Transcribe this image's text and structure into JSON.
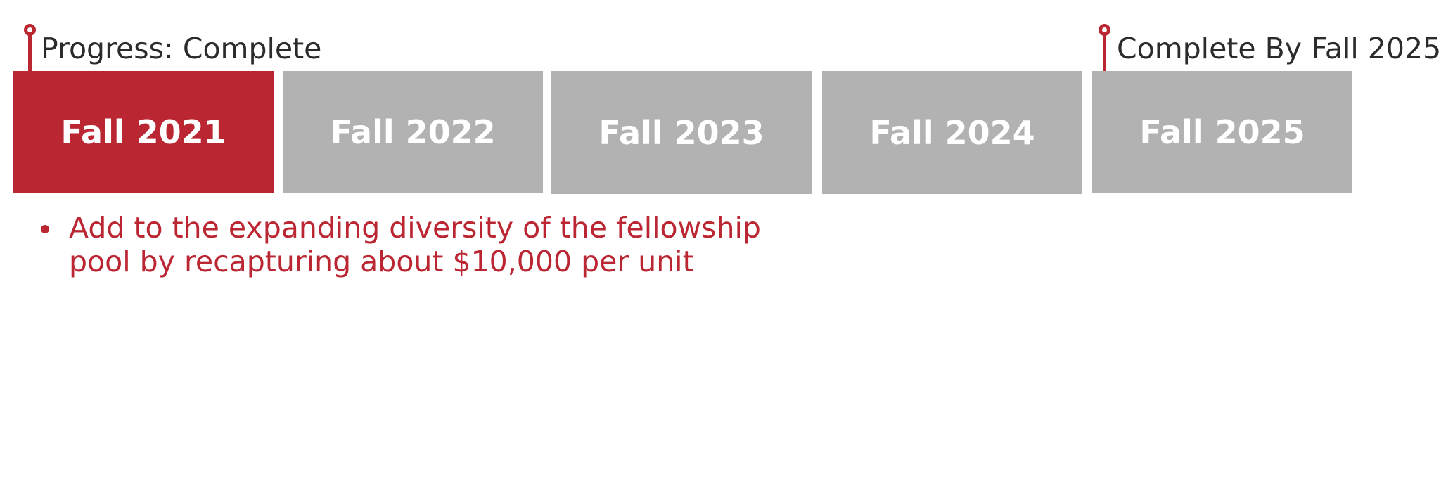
{
  "colors": {
    "accent": "#bb2633",
    "inactive": "#b2b2b2",
    "block_text": "#ffffff",
    "label_text": "#2b2b2b"
  },
  "milestones": {
    "start_label": "Progress: Complete",
    "end_label": "Complete By Fall 2025",
    "icon": "map-pin-icon"
  },
  "timeline": {
    "blocks": [
      {
        "label": "Fall 2021",
        "status": "complete"
      },
      {
        "label": "Fall 2022",
        "status": "pending"
      },
      {
        "label": "Fall 2023",
        "status": "pending"
      },
      {
        "label": "Fall 2024",
        "status": "pending"
      },
      {
        "label": "Fall 2025",
        "status": "pending"
      }
    ]
  },
  "notes": {
    "items": [
      {
        "text": "Add to the expanding diversity of the fellowship pool by recapturing about $10,000 per unit"
      }
    ]
  }
}
